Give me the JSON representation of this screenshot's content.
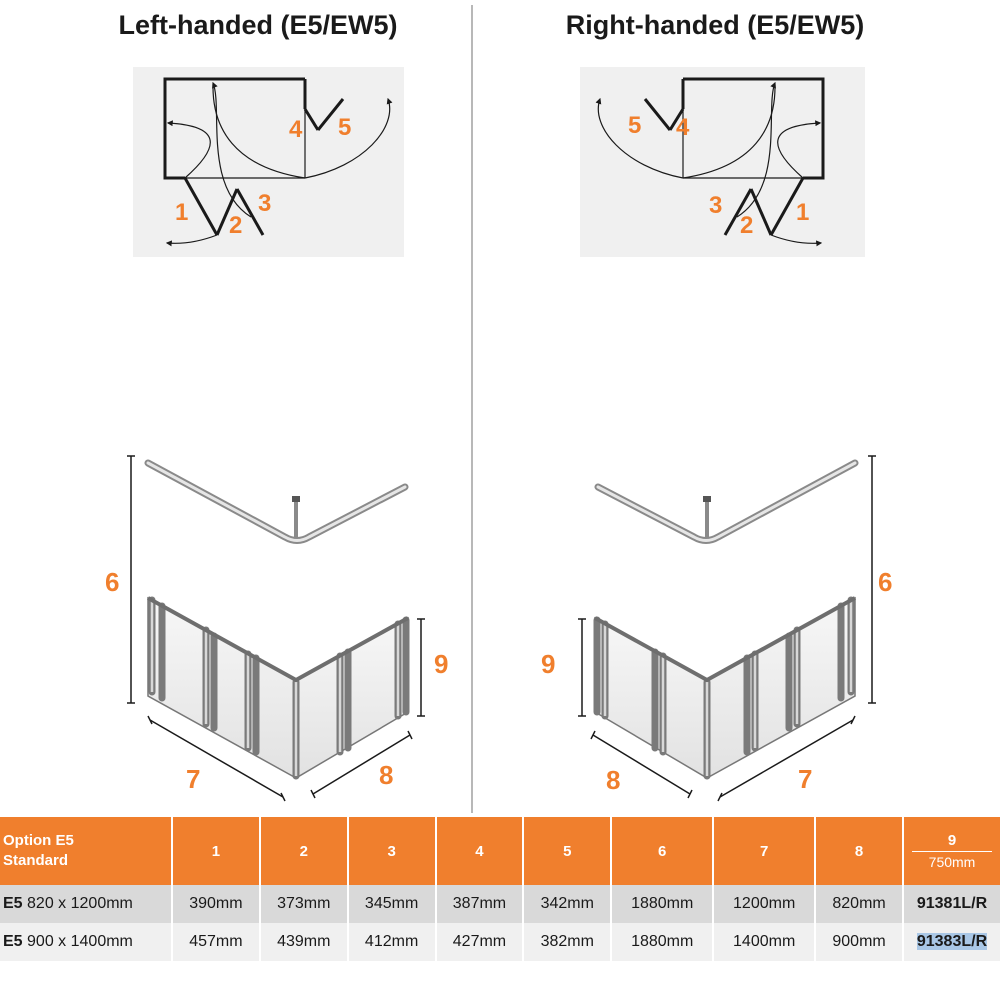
{
  "titles": {
    "left": "Left-handed (E5/EW5)",
    "right": "Right-handed (E5/EW5)"
  },
  "plan_labels": [
    "1",
    "2",
    "3",
    "4",
    "5"
  ],
  "iso_labels": {
    "height": "6",
    "long": "7",
    "short": "8",
    "panel": "9"
  },
  "table": {
    "option_header": [
      "Option E5",
      "Standard"
    ],
    "columns": [
      "1",
      "2",
      "3",
      "4",
      "5",
      "6",
      "7",
      "8"
    ],
    "last_column": {
      "label": "9",
      "sub": "750mm"
    },
    "rows": [
      {
        "code": "E5",
        "size": "820 x 1200mm",
        "values": [
          "390mm",
          "373mm",
          "345mm",
          "387mm",
          "342mm",
          "1880mm",
          "1200mm",
          "820mm"
        ],
        "part": "91381L/R"
      },
      {
        "code": "E5",
        "size": "900 x 1400mm",
        "values": [
          "457mm",
          "439mm",
          "412mm",
          "427mm",
          "382mm",
          "1880mm",
          "1400mm",
          "900mm"
        ],
        "part": "91383L/R"
      }
    ]
  },
  "colors": {
    "accent": "#f07f2d",
    "row_dark": "#d9d9d9",
    "row_light": "#f0f0f0",
    "divider": "#b8b8b8"
  }
}
